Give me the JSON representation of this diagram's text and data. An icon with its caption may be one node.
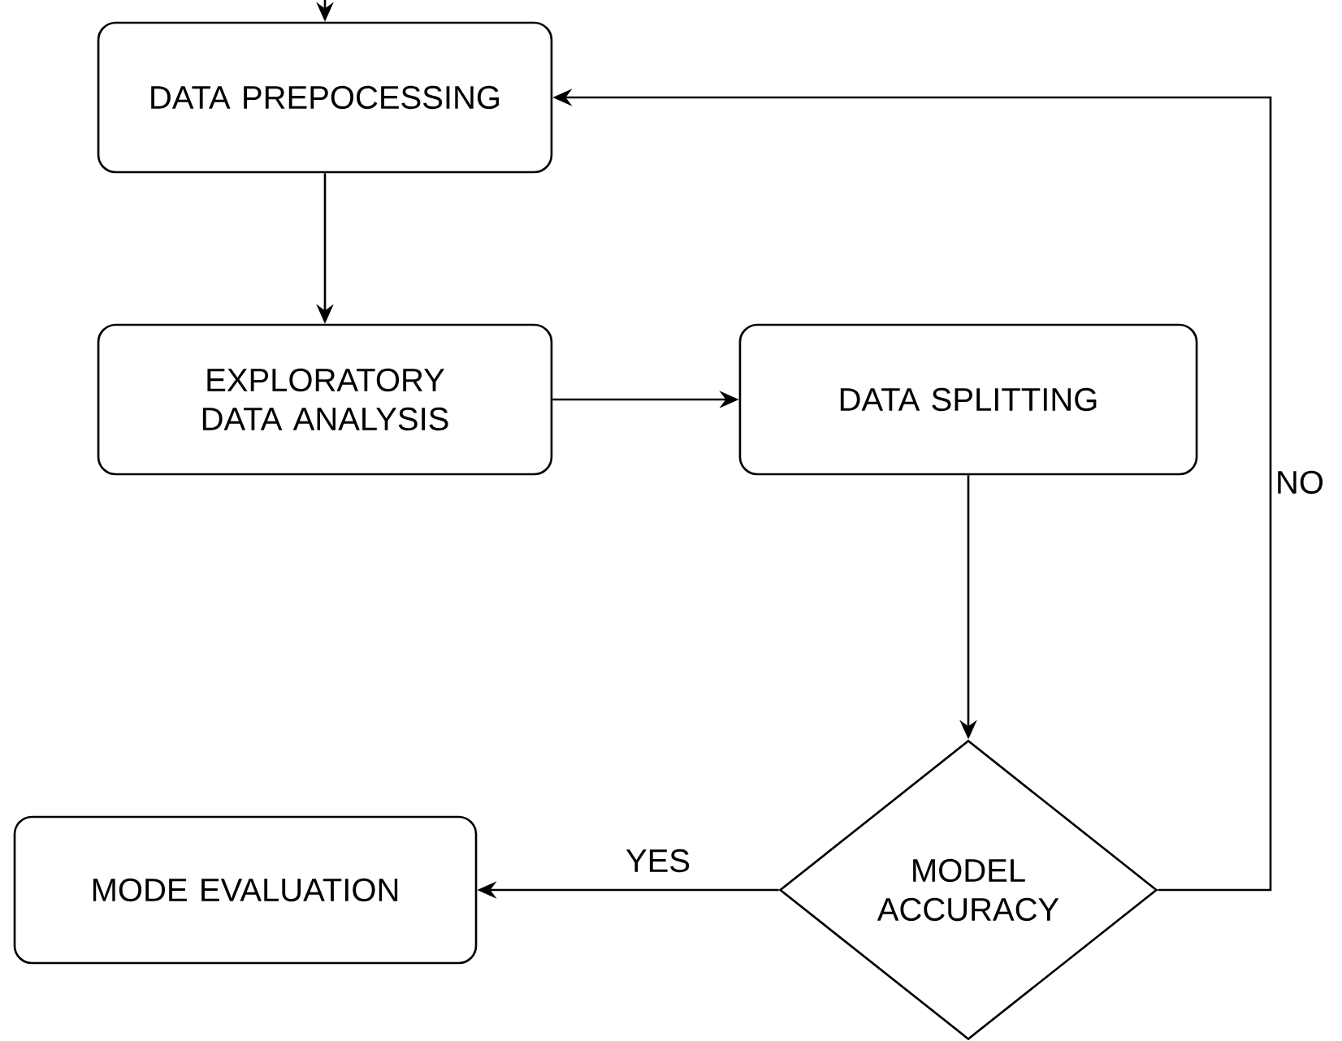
{
  "diagram": {
    "nodes": [
      {
        "text": [
          "DATA PREPOCESSING"
        ]
      },
      {
        "text": [
          "EXPLORATORY DATA ANALYSIS"
        ]
      },
      {
        "text": [
          "DATA SPLITTING"
        ]
      },
      {
        "text": [
          "MODEL ACCURACY"
        ]
      },
      {
        "text": [
          "MODE EVALUATION"
        ]
      }
    ],
    "edges": [
      {
        "from": null,
        "to": 0,
        "arrow": "to"
      },
      {
        "from": 0,
        "to": 1,
        "arrow": "to"
      },
      {
        "from": 1,
        "to": 2,
        "arrow": "to"
      },
      {
        "from": 2,
        "to": 3,
        "arrow": "to"
      },
      {
        "from": 3,
        "to": 4,
        "arrow": "to",
        "label": "YES"
      },
      {
        "from": 3,
        "to": 0,
        "arrow": "to",
        "label": "NO"
      }
    ]
  }
}
